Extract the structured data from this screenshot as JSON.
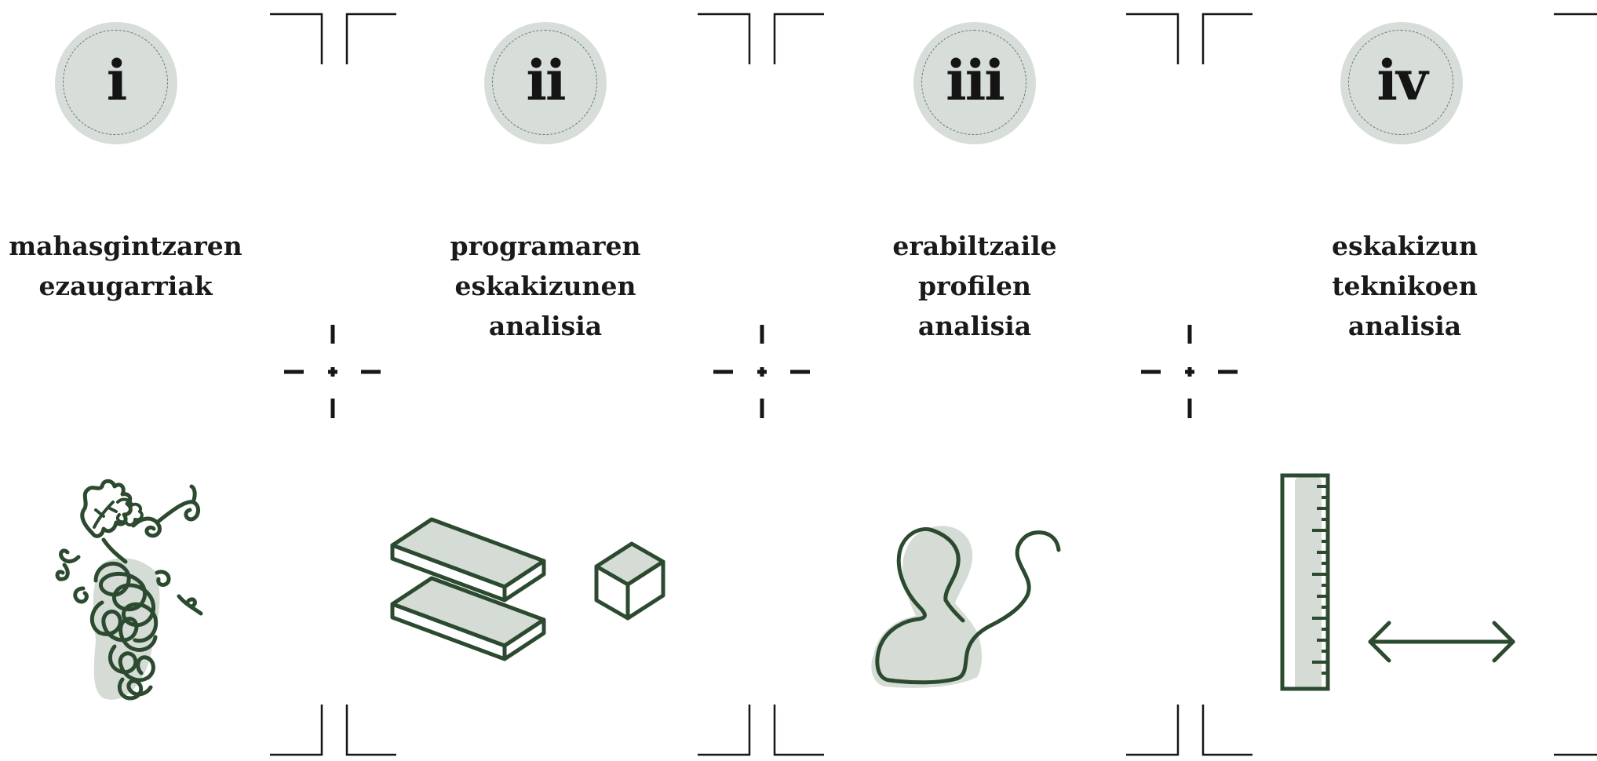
{
  "steps": [
    {
      "numeral": "i",
      "label_lines": [
        "mahasgintzaren",
        "ezaugarriak"
      ],
      "icon": "grapevine-icon"
    },
    {
      "numeral": "ii",
      "label_lines": [
        "programaren",
        "eskakizunen",
        "analisia"
      ],
      "icon": "blocks-icon"
    },
    {
      "numeral": "iii",
      "label_lines": [
        "erabiltzaile",
        "profilen",
        "analisia"
      ],
      "icon": "user-profile-icon"
    },
    {
      "numeral": "iv",
      "label_lines": [
        "eskakizun",
        "teknikoen",
        "analisia"
      ],
      "icon": "ruler-measure-icon"
    }
  ],
  "colors": {
    "ink": "#2b4a2f",
    "wash": "#d5dbd5",
    "badge": "#d7ddd8",
    "text": "#161616"
  }
}
